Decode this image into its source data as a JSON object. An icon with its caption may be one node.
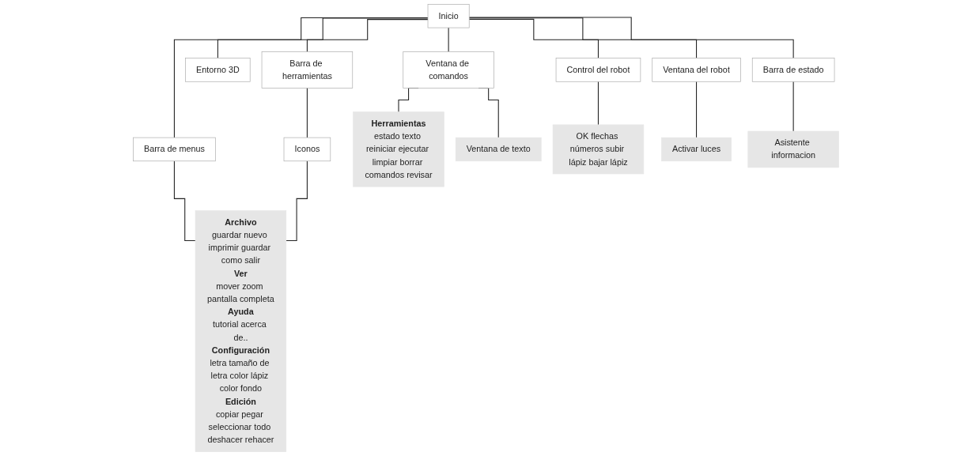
{
  "diagram": {
    "nodes": [
      {
        "text": [
          "Inicio"
        ]
      },
      {
        "text": [
          "Barra de menus"
        ]
      },
      {
        "text": [
          "Barra de herramientas"
        ]
      },
      {
        "text": [
          "Entorno 3D"
        ]
      },
      {
        "text": [
          "Ventana de comandos"
        ]
      },
      {
        "text": [
          "Control del robot"
        ]
      },
      {
        "text": [
          "Ventana del robot"
        ]
      },
      {
        "text": [
          "Barra de estado"
        ]
      },
      {
        "text": [
          "Iconos"
        ]
      },
      {
        "text": [
          "Archivo",
          "guardar nuevo imprimir guardar como salir",
          "Ver",
          "mover zoom pantalla completa",
          "Ayuda",
          "tutorial acerca de..",
          "Configuración",
          "letra tamaño de letra color lápiz color fondo",
          "Edición",
          "copiar pegar seleccionar todo deshacer rehacer"
        ]
      },
      {
        "text": [
          "Herramientas",
          "estado texto reiniciar ejecutar limpiar borrar comandos revisar"
        ]
      },
      {
        "text": [
          "Ventana de texto"
        ]
      },
      {
        "text": [
          "OK flechas números subir lápiz bajar lápiz"
        ]
      },
      {
        "text": [
          "Activar luces"
        ]
      },
      {
        "text": [
          "Asistente informacion"
        ]
      }
    ],
    "edges": [
      {
        "from": 0,
        "to": 1,
        "arrow": "none"
      },
      {
        "from": 0,
        "to": 2,
        "arrow": "none"
      },
      {
        "from": 0,
        "to": 3,
        "arrow": "none"
      },
      {
        "from": 0,
        "to": 4,
        "arrow": "none"
      },
      {
        "from": 0,
        "to": 5,
        "arrow": "none"
      },
      {
        "from": 0,
        "to": 6,
        "arrow": "none"
      },
      {
        "from": 0,
        "to": 7,
        "arrow": "none"
      },
      {
        "from": 2,
        "to": 8,
        "arrow": "none"
      },
      {
        "from": 1,
        "to": 9,
        "arrow": "none"
      },
      {
        "from": 8,
        "to": 9,
        "arrow": "none"
      },
      {
        "from": 4,
        "to": 10,
        "arrow": "none"
      },
      {
        "from": 4,
        "to": 11,
        "arrow": "none"
      },
      {
        "from": 5,
        "to": 12,
        "arrow": "none"
      },
      {
        "from": 6,
        "to": 13,
        "arrow": "none"
      },
      {
        "from": 7,
        "to": 14,
        "arrow": "none"
      }
    ]
  }
}
